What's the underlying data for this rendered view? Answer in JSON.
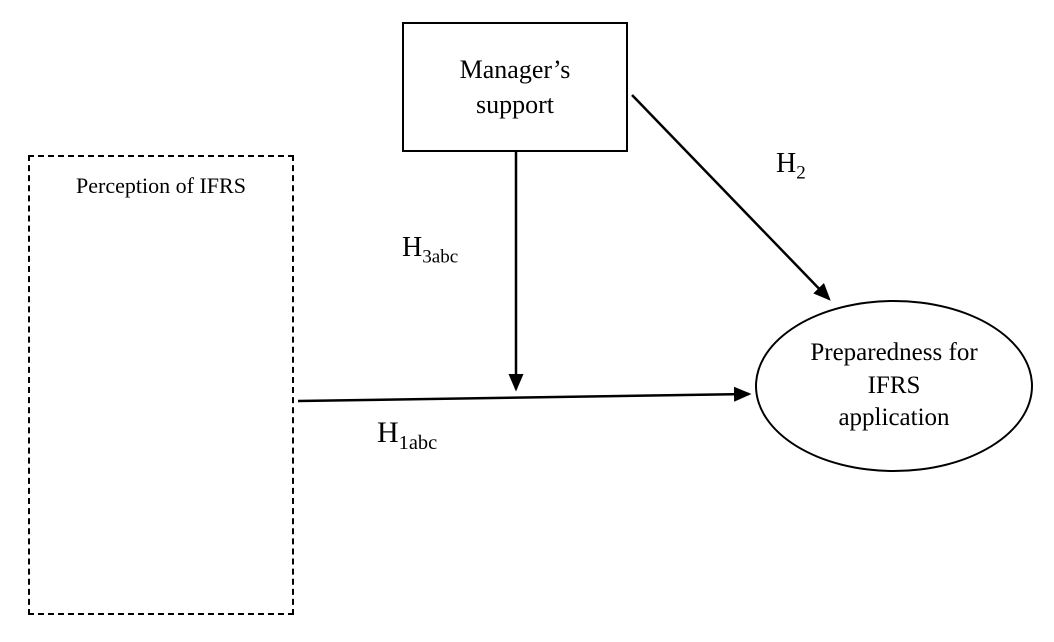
{
  "diagram": {
    "title": "IFRS preparedness research model",
    "background_color": "#ffffff",
    "stroke_color": "#000000",
    "nodes": {
      "manager_support": {
        "label": "Manager’s support",
        "shape": "rectangle",
        "border_style": "solid"
      },
      "perception_ifrs": {
        "label": "Perception of IFRS",
        "shape": "rectangle",
        "border_style": "dashed"
      },
      "preparedness": {
        "label": "Preparedness for IFRS application",
        "shape": "ellipse",
        "border_style": "solid"
      }
    },
    "edges": {
      "h2": {
        "base": "H",
        "sub": "2",
        "from": "manager_support",
        "to": "preparedness",
        "direction": "diagonal-down-right"
      },
      "h3abc": {
        "base": "H",
        "sub": "3abc",
        "from": "manager_support",
        "to": "h1abc_arrow_midpoint",
        "direction": "vertical-down"
      },
      "h1abc": {
        "base": "H",
        "sub": "1abc",
        "from": "perception_ifrs",
        "to": "preparedness",
        "direction": "horizontal-right"
      }
    }
  }
}
